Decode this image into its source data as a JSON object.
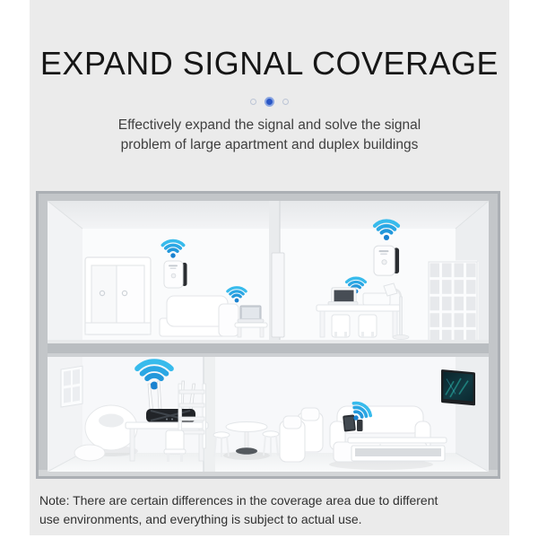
{
  "hero": {
    "title": "EXPAND SIGNAL COVERAGE",
    "subtitle_lines": [
      "Effectively expand the signal and solve the signal",
      "problem of large apartment and duplex buildings"
    ]
  },
  "carousel": {
    "dots": [
      "inactive",
      "active",
      "inactive"
    ],
    "active_index": 1,
    "total": 3
  },
  "note": {
    "lines": [
      "Note: There are certain differences in the coverage area due to different",
      "use environments, and everything is subject to actual use."
    ]
  },
  "colors": {
    "page_background": "#ffffff",
    "panel_background": "#ebebeb",
    "title_text": "#161616",
    "subtitle_text": "#3f3f3f",
    "note_text": "#303030",
    "carousel_active_dot": "#2a57c6",
    "carousel_inactive_dot": "#bcc5d6",
    "wifi_signal_blue": "#2ba7e4",
    "house_frame_gray": "#abafb4",
    "floor_slab_gray": "#b9bdc1",
    "router_black": "#212428",
    "tv_screen_teal": "#0d2b31"
  },
  "illustration": {
    "wifi_signal_icons": 6,
    "devices": [
      "wifi-repeater",
      "wifi-repeater",
      "wifi-router",
      "laptop",
      "laptop",
      "tablet",
      "smartphone",
      "wall-tv"
    ]
  }
}
